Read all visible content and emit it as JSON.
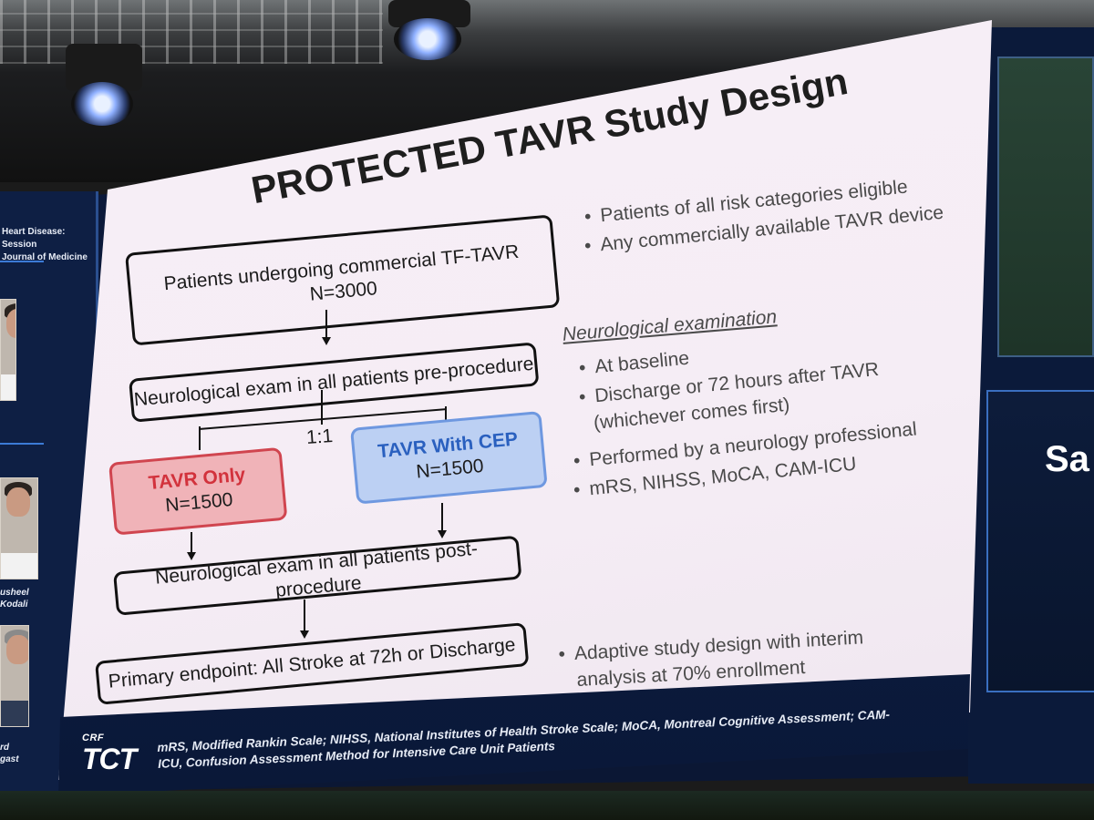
{
  "slide": {
    "title": "PROTECTED TAVR Study Design",
    "flow": {
      "box1_line1": "Patients undergoing commercial TF-TAVR",
      "box1_line2": "N=3000",
      "box2": "Neurological exam in all patients pre-procedure",
      "ratio": "1:1",
      "arm_red_title": "TAVR Only",
      "arm_red_n": "N=1500",
      "arm_blue_title": "TAVR With CEP",
      "arm_blue_n": "N=1500",
      "box3": "Neurological exam in all patients post-procedure",
      "box4": "Primary endpoint: All Stroke at 72h or Discharge"
    },
    "bullets_top": [
      "Patients of all risk categories eligible",
      "Any commercially available TAVR device"
    ],
    "neuro_heading": "Neurological examination",
    "neuro_bullets": [
      "At baseline",
      "Discharge or 72 hours after TAVR",
      "(whichever comes first)",
      "Performed by a neurology professional",
      "mRS, NIHSS, MoCA, CAM-ICU"
    ],
    "bullets_bottom": [
      "Adaptive study design with interim",
      "analysis at 70% enrollment"
    ],
    "footnote": "mRS, Modified Rankin Scale; NIHSS, National Institutes of Health Stroke Scale; MoCA, Montreal Cognitive Assessment; CAM-ICU, Confusion Assessment Method for Intensive Care Unit Patients",
    "logo_small": "CRF",
    "logo_big": "TCT"
  },
  "left_panel": {
    "title_line1": "Heart Disease: Session",
    "title_line2": "Journal of Medicine",
    "name1_line1": "usheel",
    "name1_line2": "Kodali",
    "name2_line1": "rd",
    "name2_line2": "gast"
  },
  "right_panel": {
    "text": "Sa"
  },
  "colors": {
    "red_arm_fill": "#f0b3b8",
    "red_arm_text": "#d2323c",
    "blue_arm_fill": "#bcd0f3",
    "blue_arm_text": "#2a60bf",
    "footer_navy": "#10224b"
  }
}
